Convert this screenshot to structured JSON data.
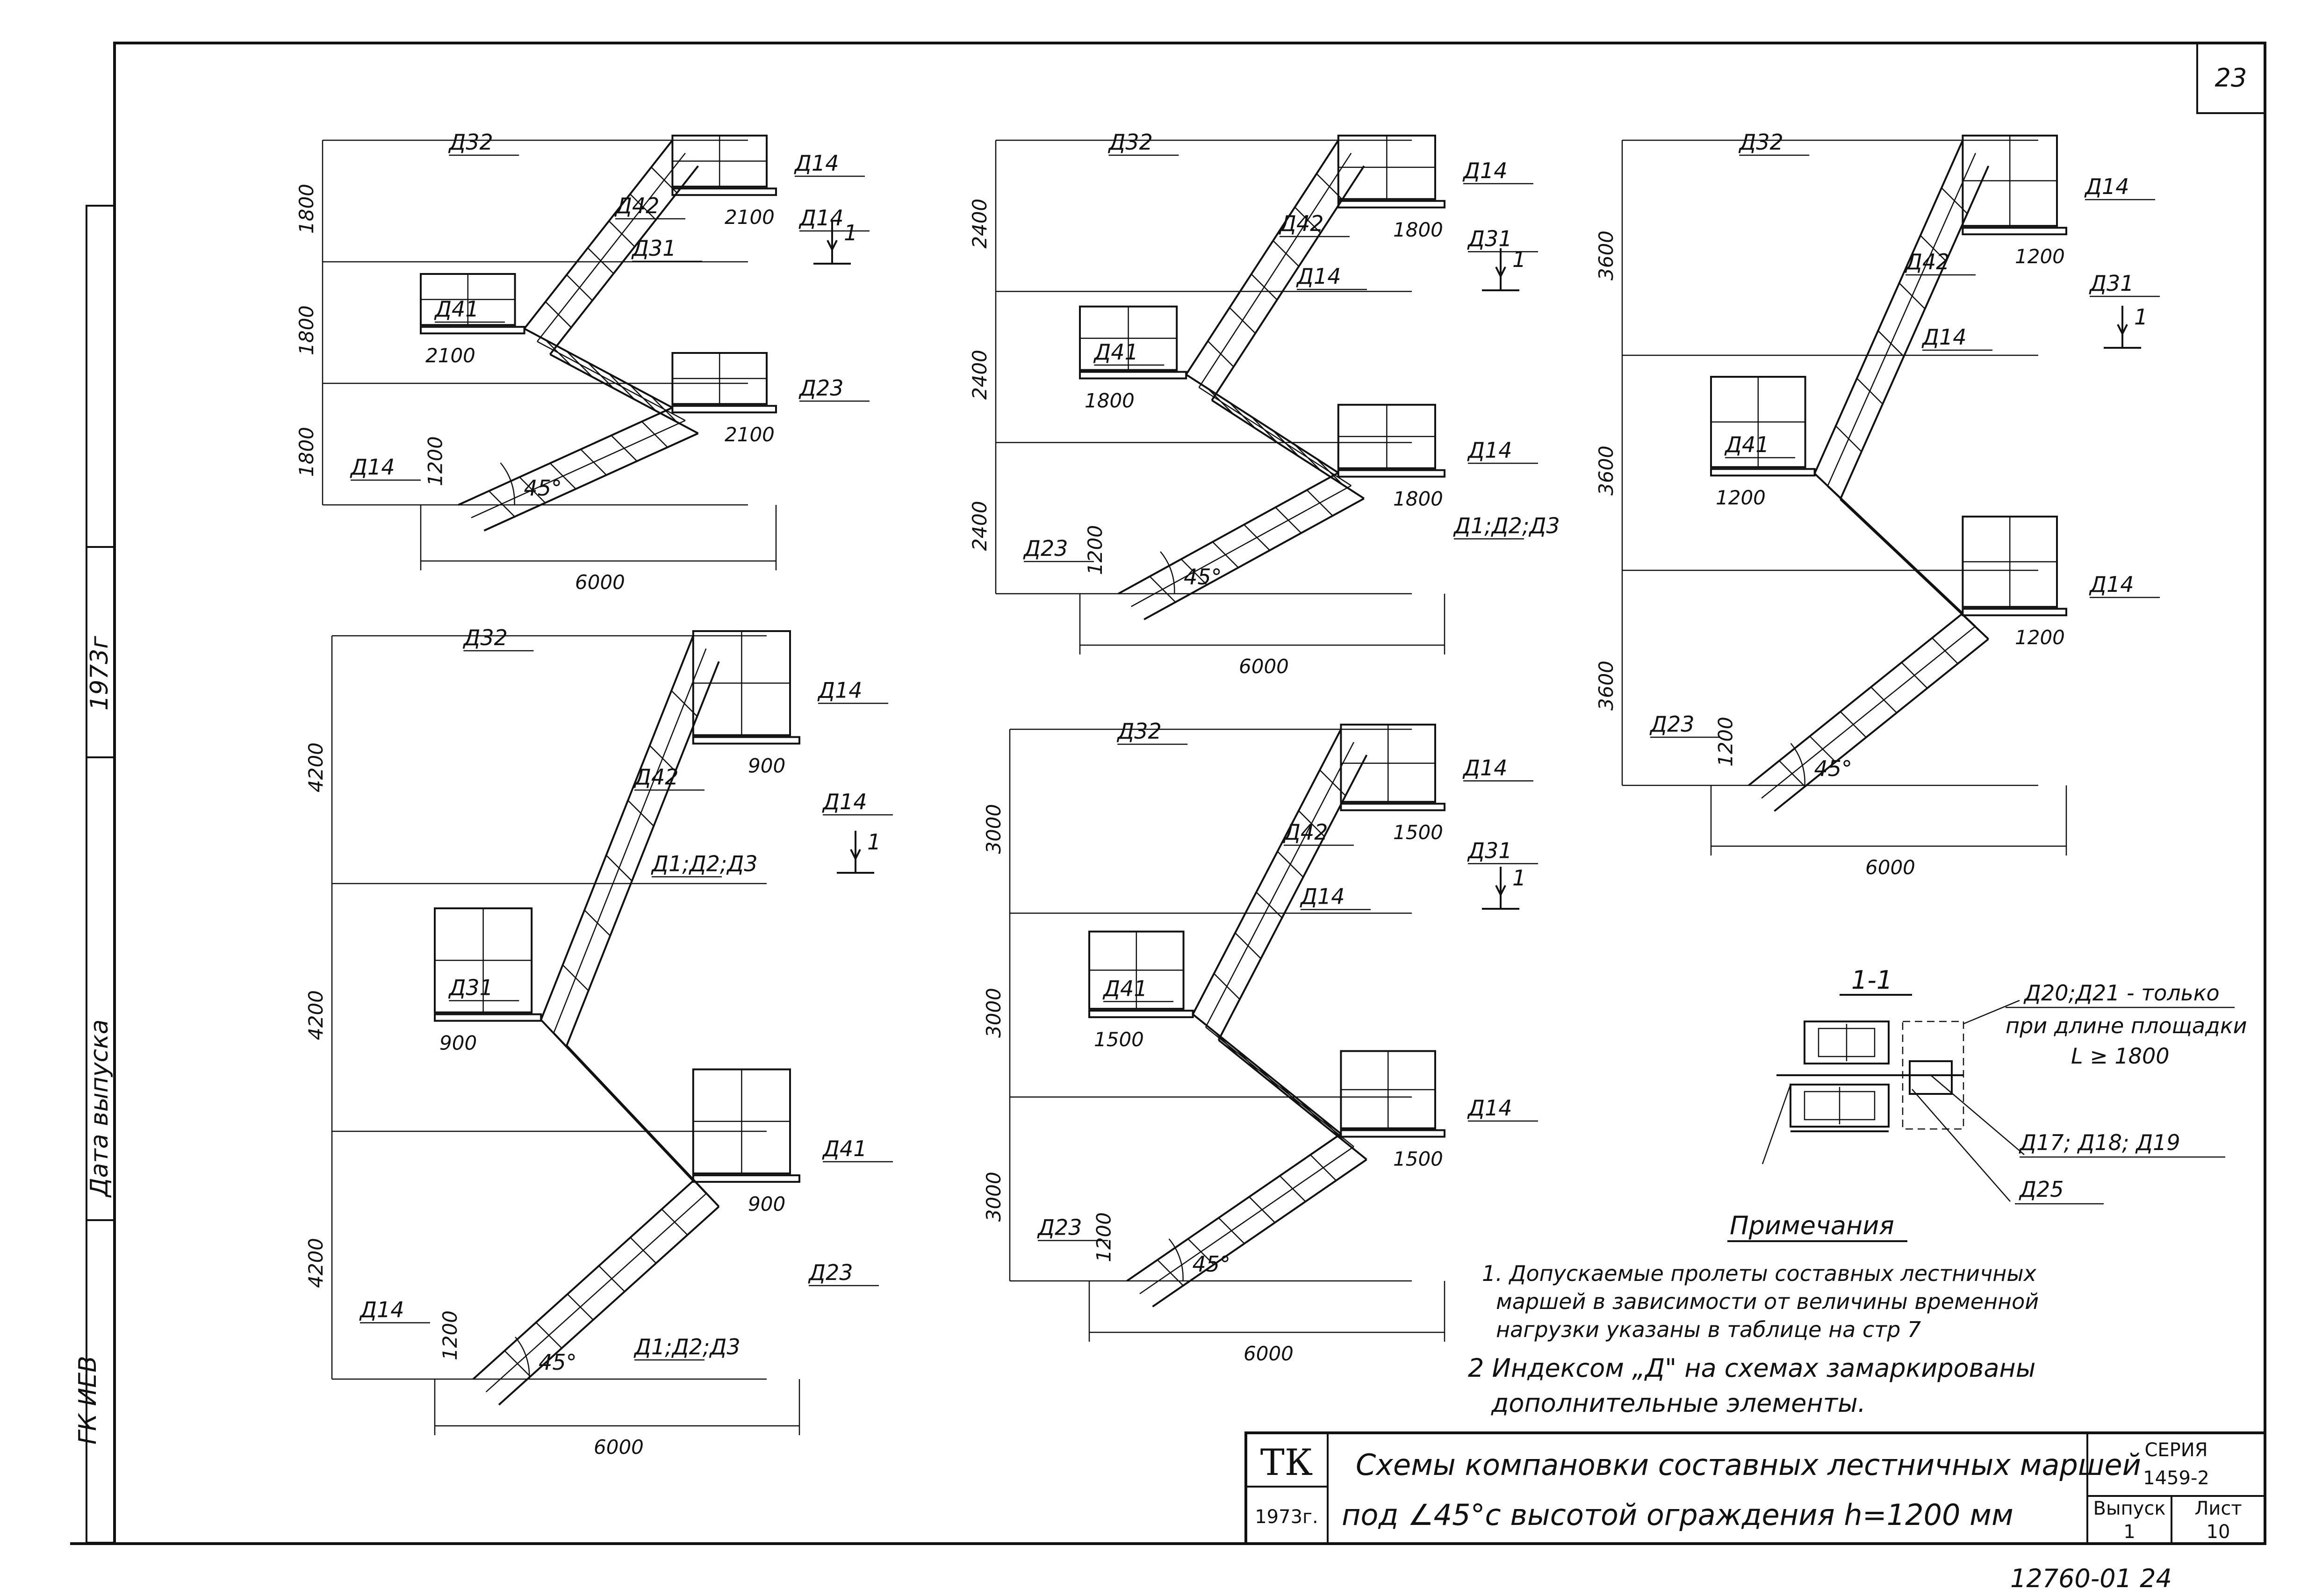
{
  "sheet": {
    "page_number": "23",
    "bottom_code": "12760-01 24",
    "left_column": {
      "date_label": "Дата выпуска",
      "year": "1973г",
      "city": "ГК ИЕВ"
    }
  },
  "schemes": [
    {
      "id": "scheme-1",
      "heights": [
        "1800",
        "1800",
        "1800"
      ],
      "total_width": "6000",
      "landing_lengths": [
        "2100",
        "2100",
        "2100"
      ],
      "rail_height": "1200",
      "angle": "45°",
      "labels": [
        "Д32",
        "Д14",
        "Д42",
        "Д31",
        "Д14",
        "Д41",
        "Д23",
        "Д14"
      ],
      "section_mark": "1"
    },
    {
      "id": "scheme-2",
      "heights": [
        "2400",
        "2400",
        "2400"
      ],
      "total_width": "6000",
      "landing_lengths": [
        "1800",
        "1800",
        "1800"
      ],
      "rail_height": "1200",
      "angle": "45°",
      "labels": [
        "Д32",
        "Д14",
        "Д42",
        "Д14",
        "Д31",
        "Д41",
        "Д14",
        "Д23",
        "Д1;Д2;Д3"
      ],
      "section_mark": "1"
    },
    {
      "id": "scheme-3",
      "heights": [
        "3600",
        "3600",
        "3600"
      ],
      "total_width": "6000",
      "landing_lengths": [
        "1200",
        "1200",
        "1200"
      ],
      "rail_height": "1200",
      "angle": "45°",
      "labels": [
        "Д32",
        "Д14",
        "Д42",
        "Д14",
        "Д31",
        "Д41",
        "Д14",
        "Д23"
      ],
      "section_mark": "1"
    },
    {
      "id": "scheme-4",
      "heights": [
        "4200",
        "4200",
        "4200"
      ],
      "total_width": "6000",
      "landing_lengths": [
        "900",
        "900",
        "900"
      ],
      "rail_height": "1200",
      "angle": "45°",
      "labels": [
        "Д32",
        "Д14",
        "Д42",
        "Д1;Д2;Д3",
        "Д14",
        "Д31",
        "Д41",
        "Д14",
        "Д23",
        "Д1;Д2;Д3"
      ],
      "section_mark": "1"
    },
    {
      "id": "scheme-5",
      "heights": [
        "3000",
        "3000",
        "3000"
      ],
      "total_width": "6000",
      "landing_lengths": [
        "1500",
        "1500",
        "1500"
      ],
      "rail_height": "1200",
      "angle": "45°",
      "labels": [
        "Д32",
        "Д14",
        "Д42",
        "Д14",
        "Д31",
        "Д41",
        "Д14",
        "Д23"
      ],
      "section_mark": "1"
    }
  ],
  "section": {
    "title": "1-1",
    "note_line1": "Д20;Д21 - только",
    "note_line2": "при длине площадки",
    "note_line3": "L ≥ 1800",
    "label_a": "Д17; Д18; Д19",
    "label_b": "Д25"
  },
  "notes": {
    "heading": "Примечания",
    "items": [
      "1. Допускаемые пролеты составных лестничных",
      "маршей в зависимости от величины временной",
      "нагрузки указаны в таблице на стр 7",
      "2 Индексом „Д\" на схемах замаркированы",
      "дополнительные элементы."
    ]
  },
  "title_block": {
    "org": "ТК",
    "year": "1973г.",
    "title_line1": "Схемы компановки составных лестничных маршей",
    "title_line2": "под ∠45°с высотой ограждения  h=1200 мм",
    "series_label": "СЕРИЯ",
    "series_value": "1459-2",
    "issue_label": "Выпуск",
    "issue_value": "1",
    "sheet_label": "Лист",
    "sheet_value": "10"
  }
}
